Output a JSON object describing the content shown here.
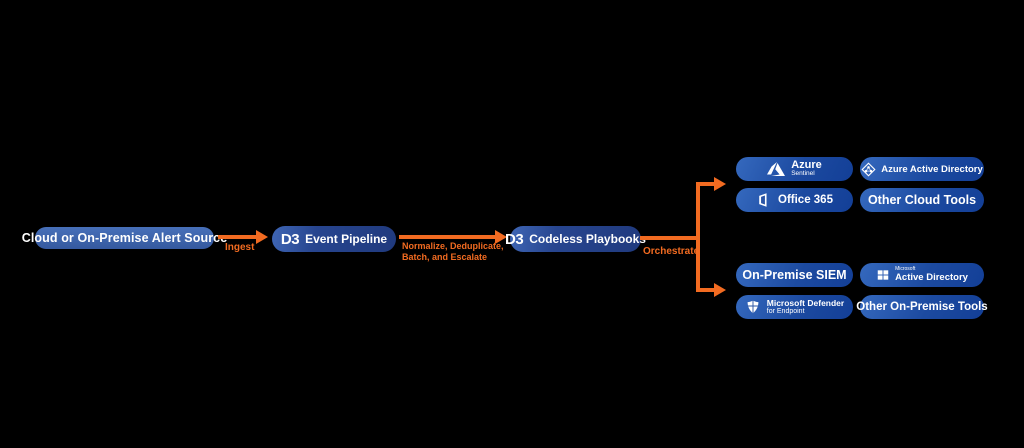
{
  "colors": {
    "background": "#000000",
    "source_pill_blue": "#3b64ad",
    "d3_pill_navy": "#27458f",
    "tool_pill_blue": "#1c4aa0",
    "arrow_orange": "#f26b21",
    "text_white": "#ffffff"
  },
  "source": {
    "label": "Cloud or On-Premise Alert Source"
  },
  "flow_labels": {
    "ingest": "Ingest",
    "transform_line1": "Normalize, Deduplicate,",
    "transform_line2": "Batch, and Escalate",
    "orchestrate": "Orchestrate"
  },
  "event_pipeline": {
    "logo": "D3",
    "label": "Event Pipeline"
  },
  "codeless_playbooks": {
    "logo": "D3",
    "label": "Codeless Playbooks"
  },
  "cloud_tools": {
    "azure_sentinel": {
      "title": "Azure",
      "subtitle": "Sentinel",
      "icon": "azure-icon"
    },
    "azure_ad": {
      "label": "Azure Active Directory",
      "icon": "azure-ad-icon"
    },
    "office365": {
      "label": "Office 365",
      "icon": "office-icon"
    },
    "other": {
      "label": "Other Cloud Tools"
    }
  },
  "onprem_tools": {
    "siem": {
      "label": "On-Premise SIEM"
    },
    "active_directory": {
      "supertitle": "Microsoft",
      "label": "Active Directory",
      "icon": "windows-icon"
    },
    "defender": {
      "title": "Microsoft Defender",
      "subtitle": "for Endpoint",
      "icon": "defender-shield-icon"
    },
    "other": {
      "label": "Other On-Premise Tools"
    }
  }
}
